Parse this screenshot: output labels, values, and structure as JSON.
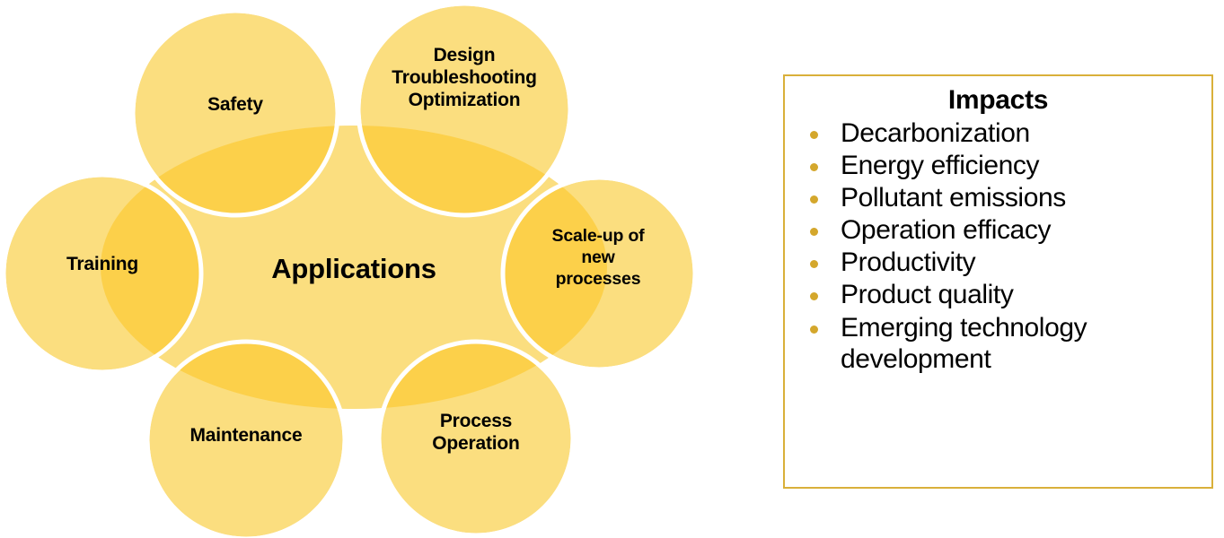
{
  "diagram": {
    "center": {
      "label": "Applications",
      "shape": "ellipse"
    },
    "petals": [
      {
        "id": "safety",
        "label": "Safety",
        "shape": "circle"
      },
      {
        "id": "design",
        "label": "Design\nTroubleshooting\nOptimization",
        "shape": "circle"
      },
      {
        "id": "scaleup",
        "label": "Scale-up of\nnew\nprocesses",
        "shape": "circle"
      },
      {
        "id": "process-op",
        "label": "Process\nOperation",
        "shape": "circle"
      },
      {
        "id": "maintenance",
        "label": "Maintenance",
        "shape": "circle"
      },
      {
        "id": "training",
        "label": "Training",
        "shape": "circle"
      }
    ],
    "colors": {
      "petal_fill": "#FBDE7F",
      "center_fill": "#FBDE7F",
      "overlap_fill": "#FCD04A",
      "petal_stroke": "#FFFFFF",
      "text": "#000000"
    }
  },
  "impacts": {
    "title": "Impacts",
    "bullet_color": "#D4A72C",
    "border_color": "#D9B03A",
    "items": [
      "Decarbonization",
      "Energy efficiency",
      "Pollutant emissions",
      "Operation efficacy",
      "Productivity",
      "Product quality",
      "Emerging technology development"
    ]
  }
}
